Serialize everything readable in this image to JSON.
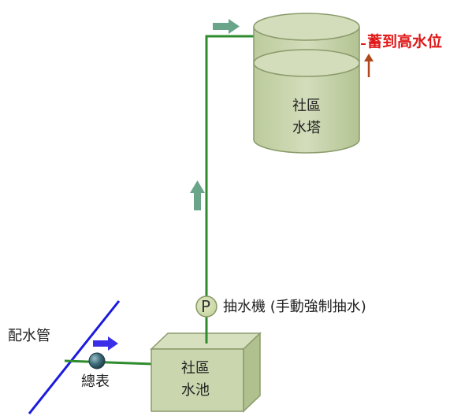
{
  "diagram": {
    "water_tower": {
      "line1": "社區",
      "line2": "水塔"
    },
    "reservoir": {
      "line1": "社區",
      "line2": "水池"
    },
    "pump": {
      "symbol": "P",
      "label": "抽水機 (手動強制抽水)"
    },
    "high_level_label": "蓄到高水位",
    "main_pipe_label": "配水管",
    "master_meter_label": "總表"
  },
  "colors": {
    "pipe_green": "#2e8b2e",
    "tank_fill": "#c9d6ae",
    "tank_stroke": "#8a9a6a",
    "flow_arrow_green": "#6aa58a",
    "flow_arrow_blue": "#3a2ee8",
    "main_pipe_blue": "#1a1ae0",
    "level_arrow": "#b0481e",
    "high_level_text": "#e01818"
  }
}
